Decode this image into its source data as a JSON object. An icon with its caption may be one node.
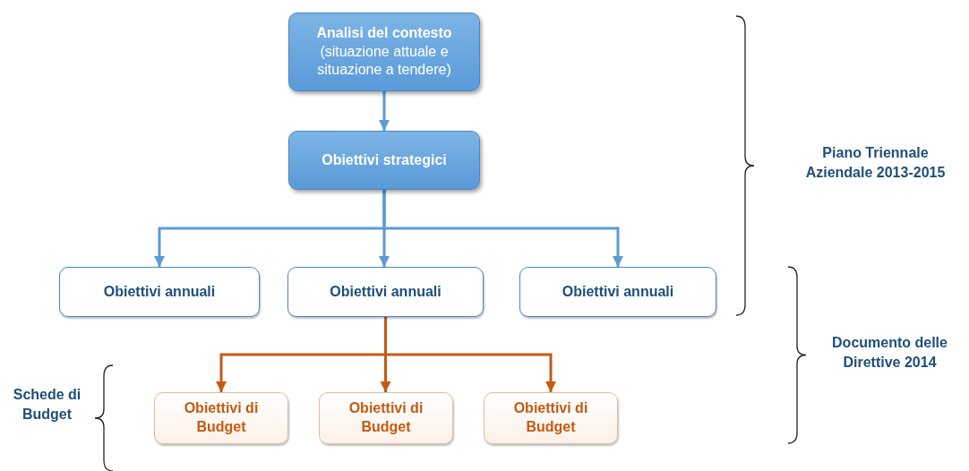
{
  "diagram": {
    "nodes": [
      {
        "text": [
          "Analisi del contesto",
          "(situazione attuale e situazione a tendere)"
        ]
      },
      {
        "text": [
          "Obiettivi strategici"
        ]
      },
      {
        "text": [
          "Obiettivi annuali"
        ]
      },
      {
        "text": [
          "Obiettivi annuali"
        ]
      },
      {
        "text": [
          "Obiettivi annuali"
        ]
      },
      {
        "text": [
          "Obiettivi di Budget"
        ]
      },
      {
        "text": [
          "Obiettivi di Budget"
        ]
      },
      {
        "text": [
          "Obiettivi di Budget"
        ]
      }
    ],
    "edges": [
      {
        "from": 0,
        "to": 1,
        "arrow": "to"
      },
      {
        "from": 1,
        "to": 2,
        "arrow": "to"
      },
      {
        "from": 1,
        "to": 3,
        "arrow": "to"
      },
      {
        "from": 1,
        "to": 4,
        "arrow": "to"
      },
      {
        "from": 3,
        "to": 5,
        "arrow": "to",
        "color": "#c55a11"
      },
      {
        "from": 3,
        "to": 6,
        "arrow": "to",
        "color": "#c55a11"
      },
      {
        "from": 3,
        "to": 7,
        "arrow": "to",
        "color": "#c55a11"
      }
    ],
    "labels": [
      "Piano Triennale Aziendale 2013-2015",
      "Documento delle Direttive 2014",
      "Schede di Budget"
    ]
  }
}
